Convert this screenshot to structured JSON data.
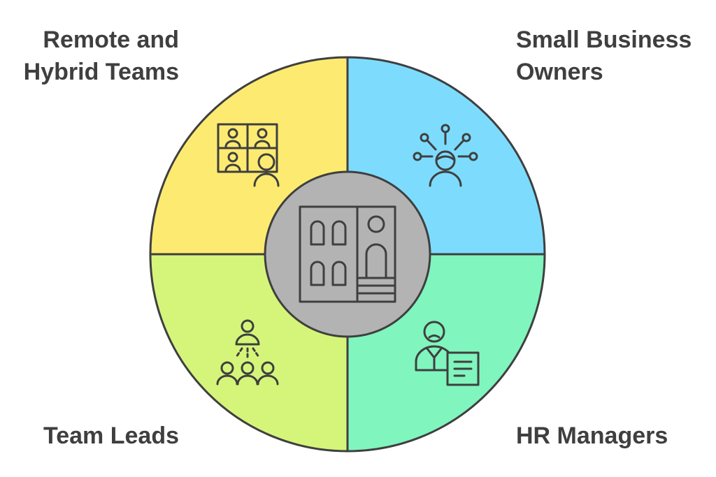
{
  "segments": {
    "top_left": {
      "label": "Remote and\nHybrid Teams",
      "icon": "video-conference-icon",
      "color": "#fdeb71"
    },
    "top_right": {
      "label": "Small Business\nOwners",
      "icon": "person-ideas-icon",
      "color": "#7ddcfd"
    },
    "bottom_left": {
      "label": "Team Leads",
      "icon": "team-leader-icon",
      "color": "#d5f57a"
    },
    "bottom_right": {
      "label": "HR Managers",
      "icon": "hr-document-icon",
      "color": "#80f5be"
    }
  },
  "center": {
    "icon": "office-building-icon",
    "color": "#b3b3b3"
  },
  "outline_color": "#3f3f3f"
}
